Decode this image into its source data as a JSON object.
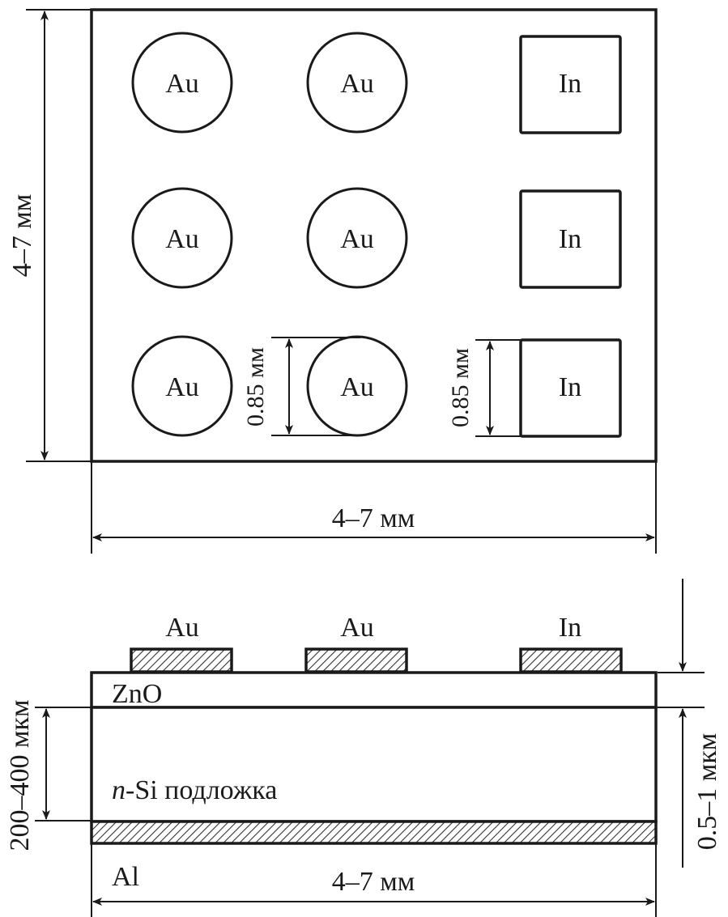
{
  "colors": {
    "stroke": "#1a1a1a",
    "background": "#ffffff"
  },
  "top_view": {
    "gold_contacts": [
      "Au",
      "Au",
      "Au",
      "Au",
      "Au",
      "Au"
    ],
    "indium_contacts": [
      "In",
      "In",
      "In"
    ],
    "height_dimension": "4–7 мм",
    "width_dimension": "4–7 мм",
    "circle_diameter_dimension": "0.85 мм",
    "square_side_dimension": "0.85 мм"
  },
  "cross_section": {
    "contact_labels": [
      "Au",
      "Au",
      "In"
    ],
    "zno_layer_label": "ZnO",
    "substrate_label_italic": "n",
    "substrate_label_rest": "-Si подложка",
    "back_contact_label": "Al",
    "substrate_thickness_dimension": "200–400 мкм",
    "zno_thickness_dimension": "0.5–1 мкм",
    "width_dimension": "4–7 мм"
  }
}
